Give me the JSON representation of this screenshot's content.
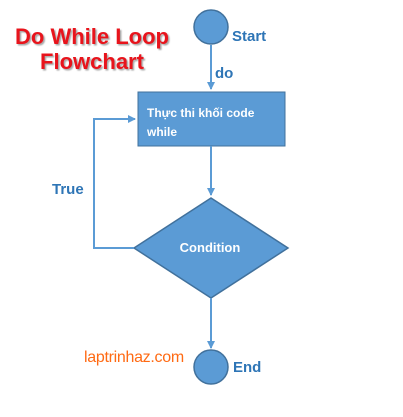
{
  "title": {
    "line1": "Do While Loop",
    "line2": "Flowchart"
  },
  "nodes": {
    "start": "Start",
    "process": "Thực thi khối code while",
    "condition": "Condition",
    "end": "End"
  },
  "edges": {
    "start_to_process": "do",
    "loop_back": "True"
  },
  "watermark": "laptrinhaz.com",
  "colors": {
    "node_fill": "#5b9bd5",
    "node_border": "#41719c",
    "connector": "#5b9bd5",
    "label_text": "#2e75b6",
    "title_text": "#e8141c",
    "watermark_text": "#ff6a13"
  }
}
